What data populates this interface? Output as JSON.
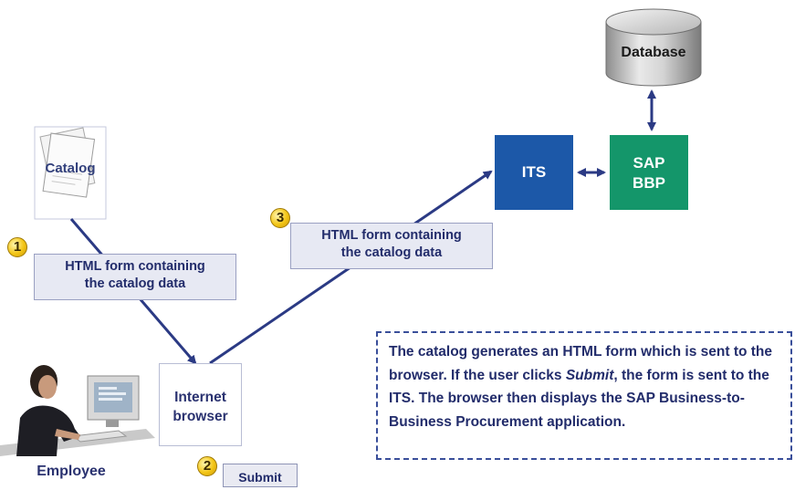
{
  "diagram": {
    "catalog": {
      "label": "Catalog"
    },
    "step1": {
      "number": "1",
      "note_line1": "HTML form containing",
      "note_line2": "the catalog data"
    },
    "step2": {
      "number": "2",
      "button_label": "Submit"
    },
    "step3": {
      "number": "3",
      "note_line1": "HTML form containing",
      "note_line2": "the catalog data"
    },
    "browser": {
      "line1": "Internet",
      "line2": "browser"
    },
    "employee": {
      "label": "Employee"
    },
    "its": {
      "label": "ITS"
    },
    "bbp": {
      "line1": "SAP",
      "line2": "BBP"
    },
    "database": {
      "label": "Database"
    },
    "explanation": {
      "part1": "The catalog generates an HTML form which is sent to the browser. If the user clicks ",
      "emphasis": "Submit",
      "part2": ", the form is sent to the ITS. The browser then displays the SAP Business-to-Business Procurement application."
    },
    "colors": {
      "its": "#1c58a8",
      "bbp": "#14966a",
      "arrow": "#2b3a84",
      "note_fill": "#e7e9f3",
      "badge": "#f3c515"
    }
  }
}
